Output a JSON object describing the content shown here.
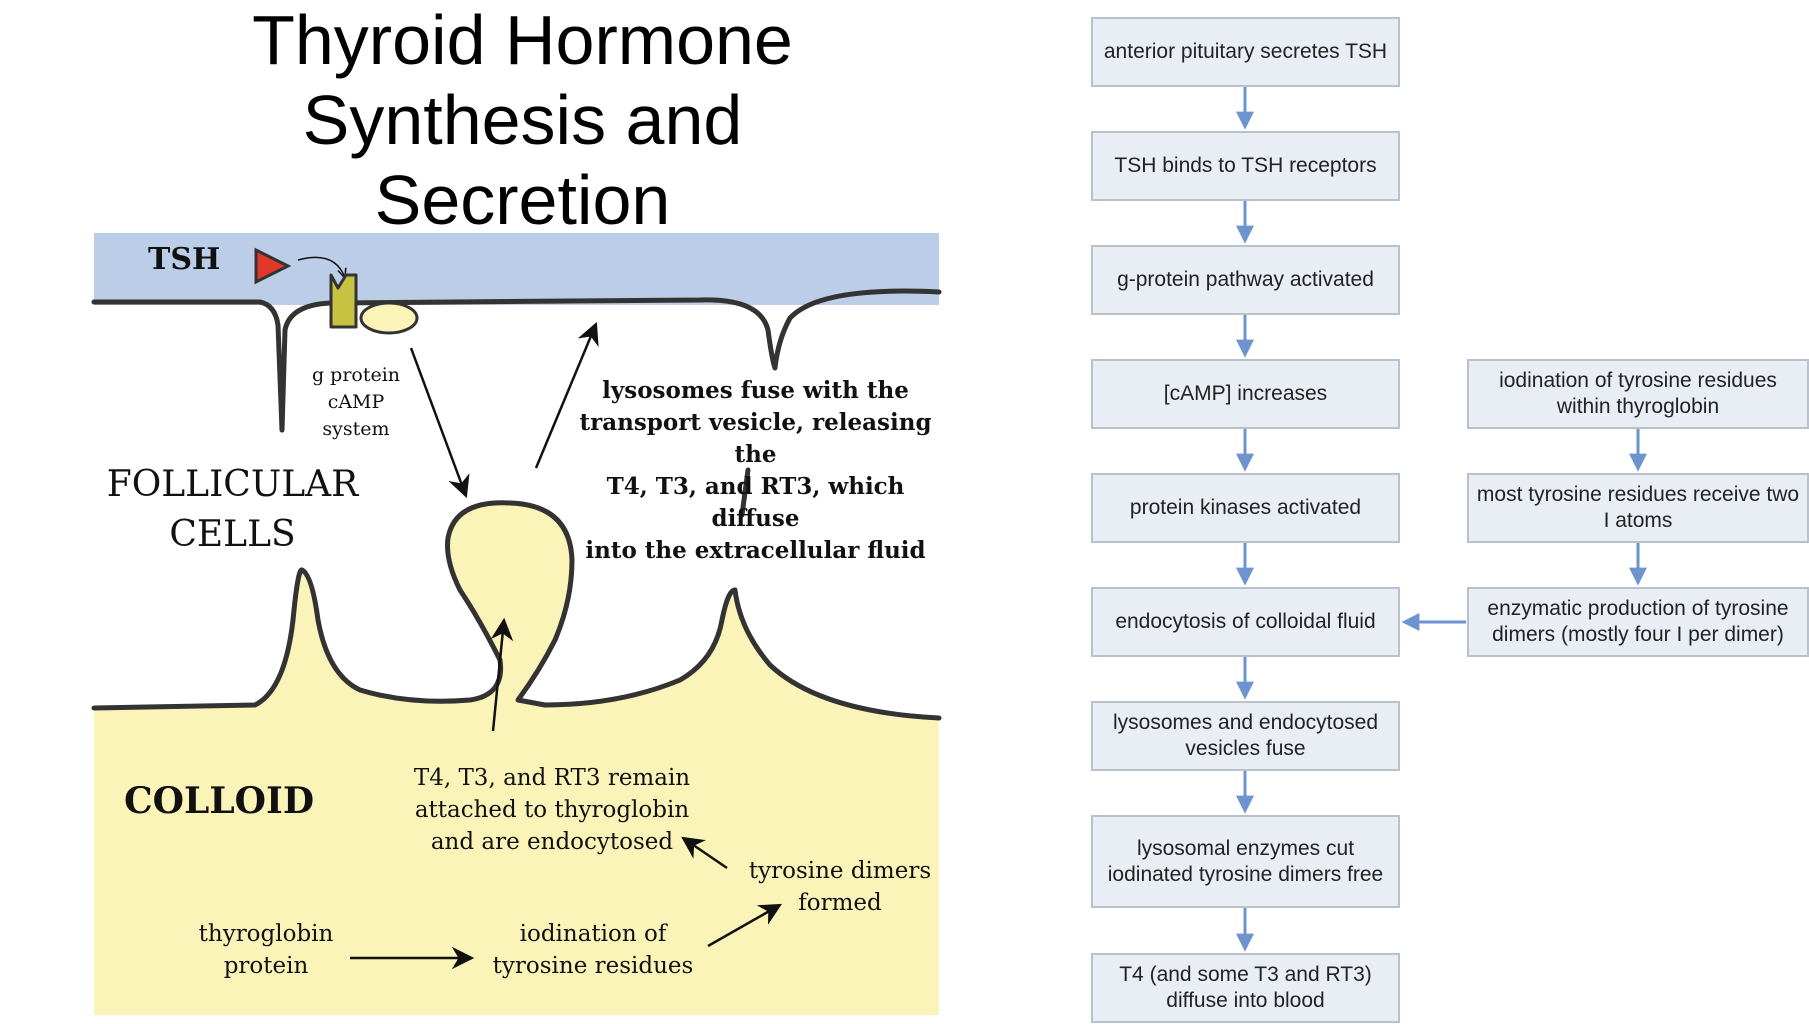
{
  "title": "Thyroid Hormone Synthesis and Secretion",
  "title_lines": [
    "Thyroid Hormone",
    "Synthesis and",
    "Secretion"
  ],
  "colors": {
    "blood": "#bccde8",
    "colloid": "#fbf4b9",
    "cell_outline": "#333333",
    "tsh_triangle": "#e2372b",
    "receptor": "#c7c241",
    "flow_box_fill": "#e9eef5",
    "flow_box_border": "#b9c1cc",
    "flow_arrow": "#6d94cf"
  },
  "diagram": {
    "tsh_label": "TSH",
    "gprotein_label": [
      "g protein",
      "cAMP",
      "system"
    ],
    "follicular_label": [
      "FOLLICULAR",
      "CELLS"
    ],
    "colloid_label": "COLLOID",
    "lysosome_label": [
      "lysosomes fuse with the",
      "transport vesicle, releasing the",
      "T4, T3, and RT3, which diffuse",
      "into the extracellular fluid"
    ],
    "endocytosed_label": [
      "T4, T3, and RT3 remain",
      "attached to thyroglobin",
      "and are endocytosed"
    ],
    "dimers_label": [
      "tyrosine dimers",
      "formed"
    ],
    "thyroglobin_label": [
      "thyroglobin",
      "protein"
    ],
    "iodination_label": [
      "iodination of",
      "tyrosine residues"
    ]
  },
  "flowchart": {
    "main_steps": [
      "anterior pituitary secretes TSH",
      "TSH binds to TSH receptors",
      "g-protein pathway activated",
      "[cAMP] increases",
      "protein kinases activated",
      "endocytosis of colloidal fluid",
      "lysosomes and endocytosed vesicles fuse",
      "lysosomal enzymes cut iodinated tyrosine dimers free",
      "T4 (and some T3 and RT3) diffuse into blood"
    ],
    "side_steps": [
      "iodination of tyrosine residues within thyroglobin",
      "most tyrosine residues receive two I atoms",
      "enzymatic production of tyrosine dimers (mostly four I per dimer)"
    ]
  }
}
